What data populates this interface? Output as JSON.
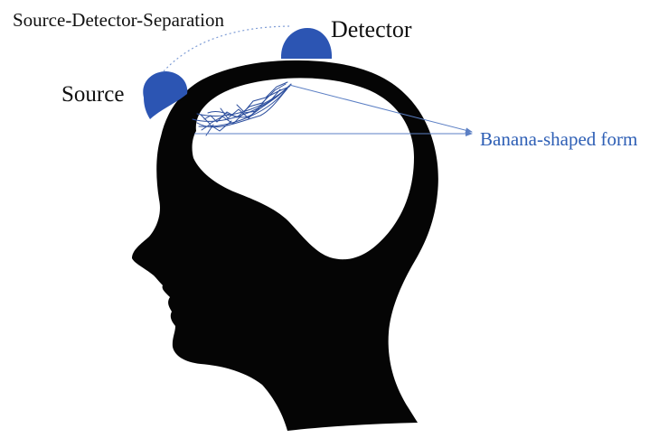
{
  "labels": {
    "separation": "Source-Detector-Separation",
    "detector": "Detector",
    "source": "Source",
    "banana": "Banana-shaped form"
  },
  "colors": {
    "probe": "#2c55b3",
    "head": "#050505",
    "background": "#ffffff",
    "annotation": "#2e5fb5",
    "photon_paths": "#2d4f9e"
  }
}
